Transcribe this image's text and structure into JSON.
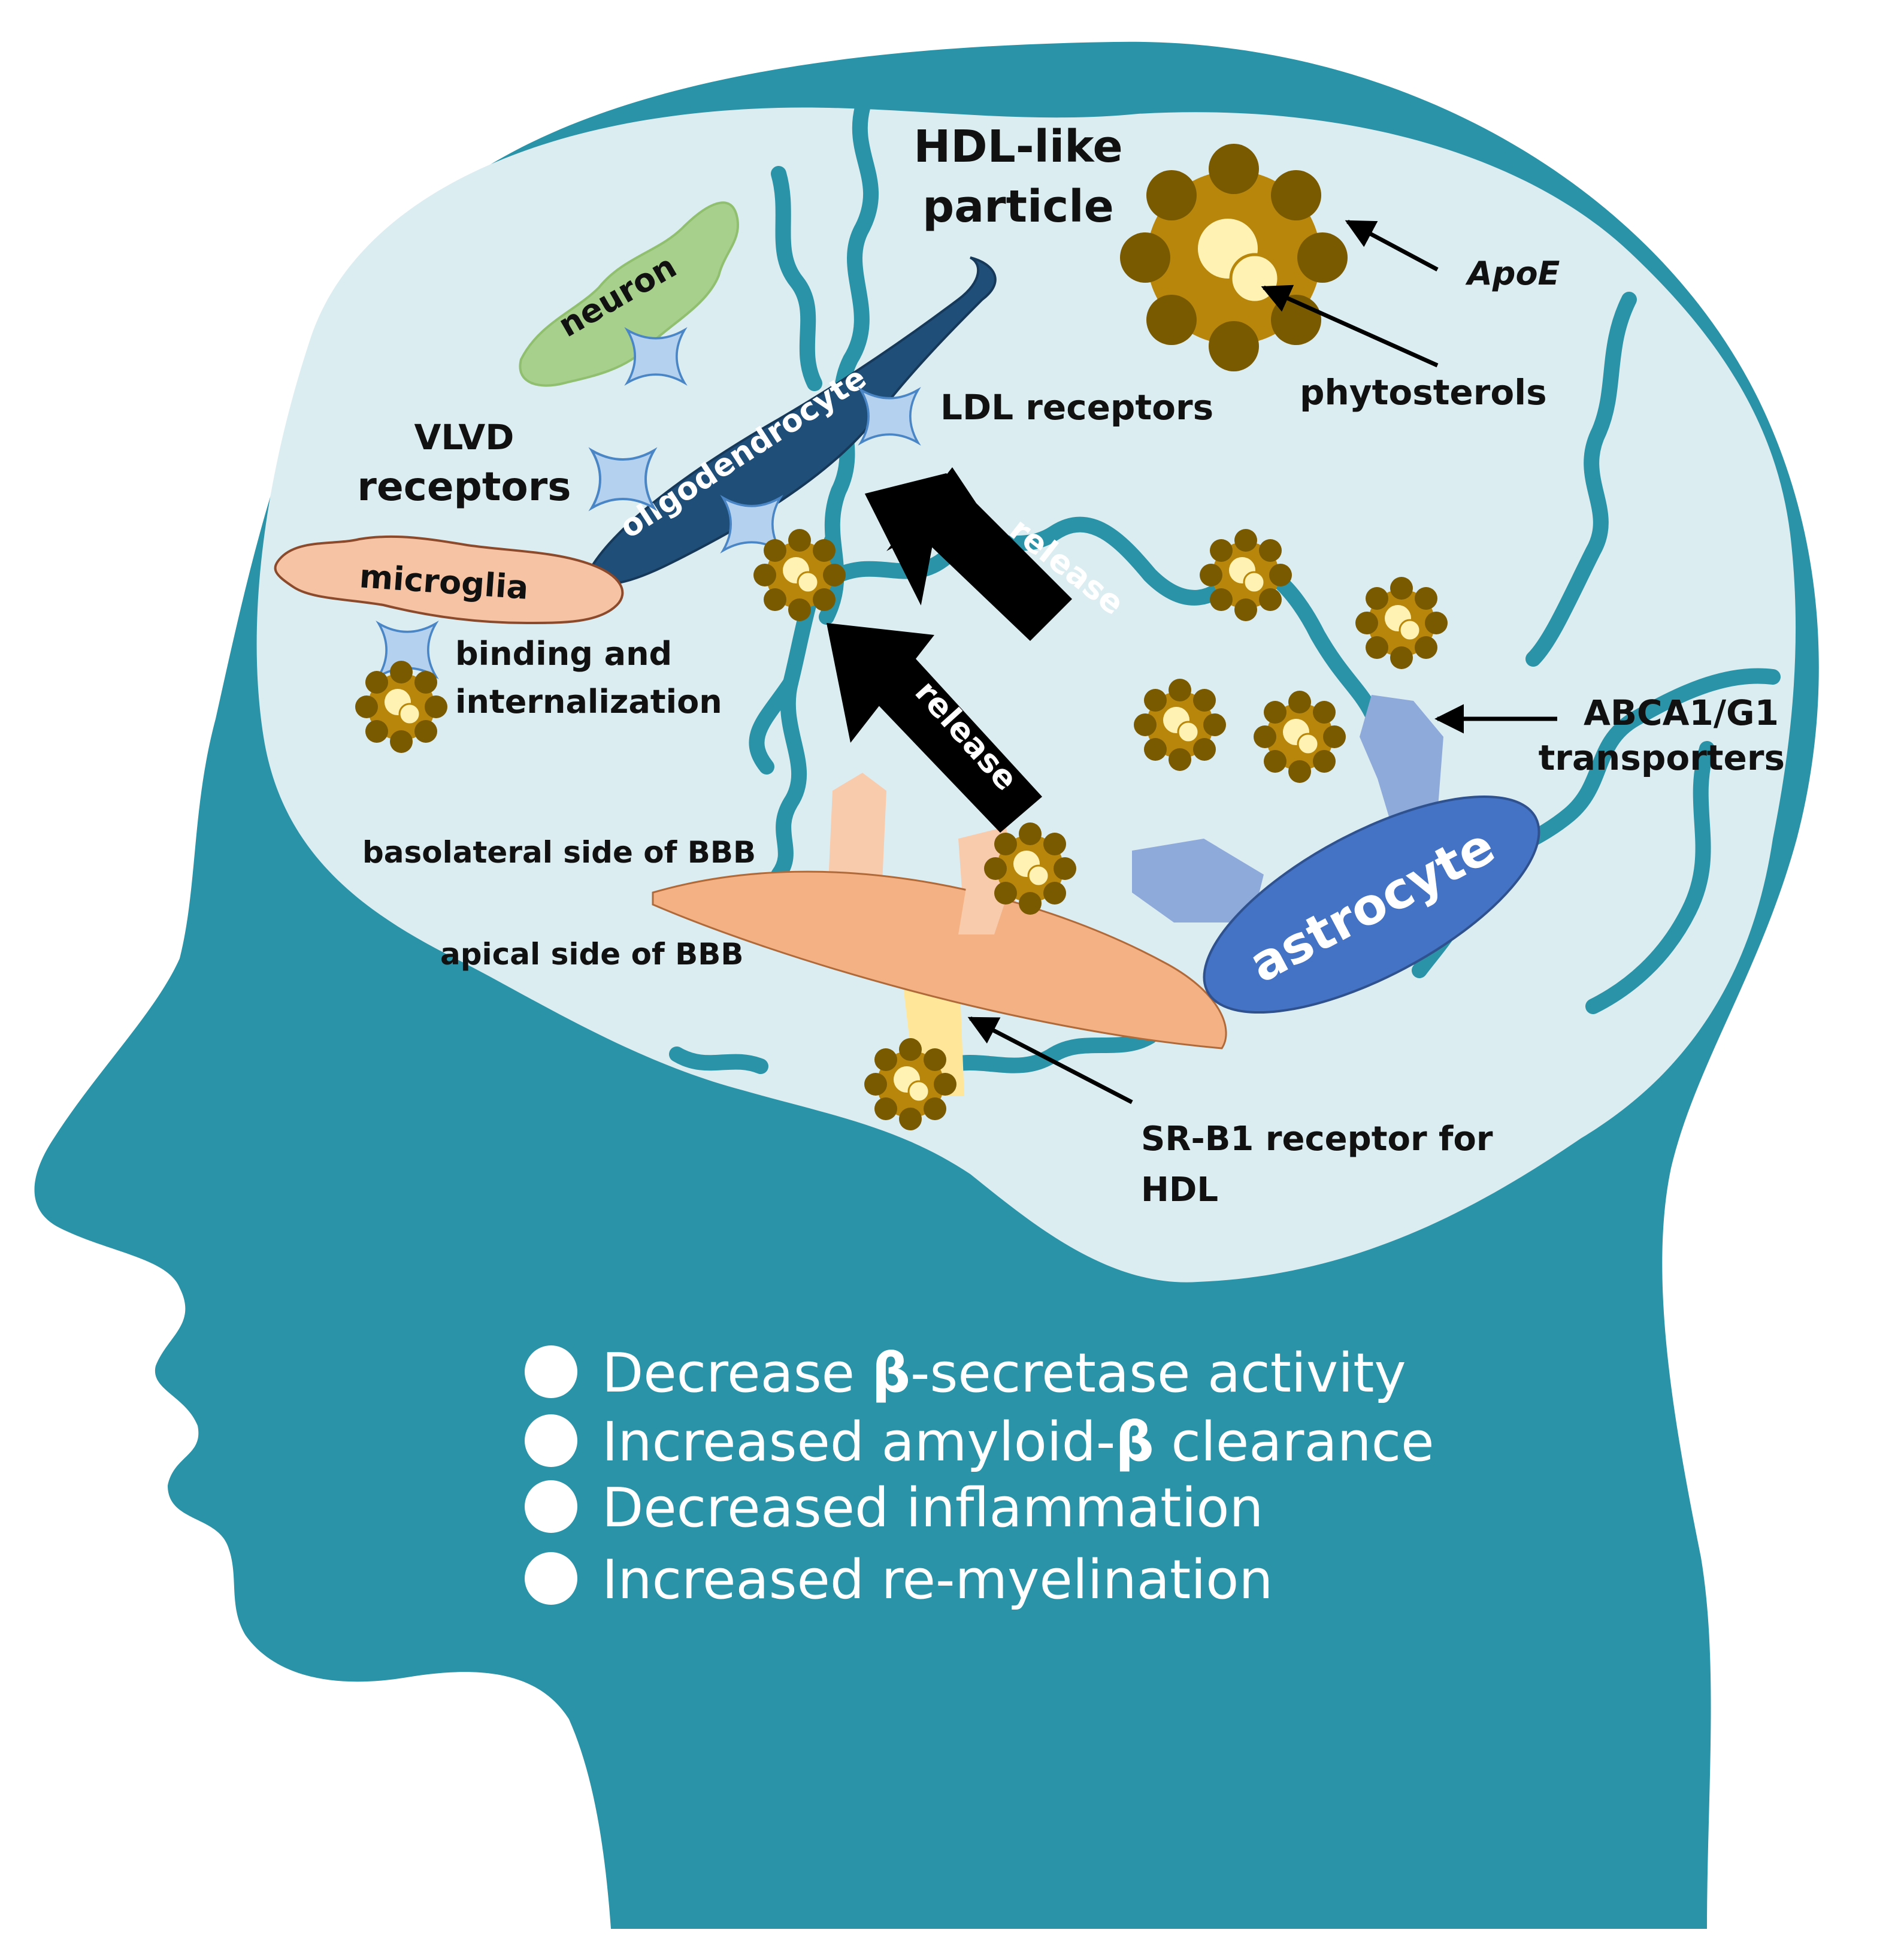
{
  "colors": {
    "head": "#2a93a7",
    "brain": "#dcedf2",
    "vessel": "#2a93a7",
    "neuron": "#a8d08d",
    "oligodendrocyte": "#1f4e79",
    "microglia": "#f6c4a4",
    "astrocyte": "#4472c4",
    "receptor": "#b4d2ef",
    "particle_outer": "#7a5a00",
    "particle_inner": "#b8860b",
    "particle_core": "#fff2b3",
    "bbb": "#f4b183",
    "arrow": "#000000"
  },
  "labels": {
    "hdl_like_line1": "HDL-like",
    "hdl_like_line2": "particle",
    "apoe": "ApoE",
    "phytosterols": "phytosterols",
    "neuron": "neuron",
    "oligodendrocyte": "oligodendrocyte",
    "ldl_receptors": "LDL receptors",
    "vlvd_line1": "VLVD",
    "vlvd_line2": "receptors",
    "microglia": "microglia",
    "binding_line1": "binding and",
    "binding_line2": "internalization",
    "release_top": "release",
    "release_mid": "release",
    "abca_line1": "ABCA1/G1",
    "abca_line2": "transporters",
    "basolateral": "basolateral side of BBB",
    "apical": "apical side of BBB",
    "astrocyte": "astrocyte",
    "srb1_line1": "SR-B1 receptor for",
    "srb1_line2": "HDL"
  },
  "effects": [
    {
      "before": "Decrease ",
      "bold": "β",
      "after": "-secretase activity"
    },
    {
      "before": "Increased amyloid-",
      "bold": "β",
      "after": " clearance"
    },
    {
      "before": "Decreased inflammation",
      "bold": "",
      "after": ""
    },
    {
      "before": "Increased re-myelination",
      "bold": "",
      "after": ""
    }
  ]
}
